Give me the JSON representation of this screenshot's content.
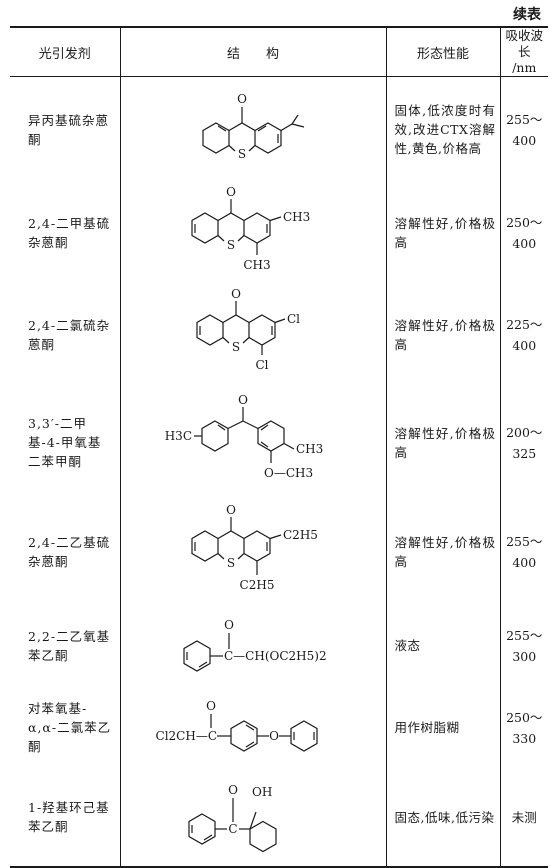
{
  "caption": "续表",
  "headers": {
    "name": "光引发剂",
    "structure": "结　　构",
    "properties": "形态性能",
    "absorption_line1": "吸收波长",
    "absorption_line2": "/nm"
  },
  "rows": [
    {
      "name": "异丙基硫杂蒽酮",
      "properties": "固体,低浓度时有效,改进CTX溶解性,黄色,价格高",
      "abs_line1": "255～",
      "abs_line2": "400",
      "structure_labels": [
        "O",
        "S"
      ]
    },
    {
      "name": "2,4-二甲基硫杂蒽酮",
      "properties": "溶解性好,价格极高",
      "abs_line1": "250～",
      "abs_line2": "400",
      "structure_labels": [
        "O",
        "S",
        "CH3",
        "CH3"
      ]
    },
    {
      "name": "2,4-二氯硫杂蒽酮",
      "properties": "溶解性好,价格极高",
      "abs_line1": "225～",
      "abs_line2": "400",
      "structure_labels": [
        "O",
        "S",
        "Cl",
        "Cl"
      ]
    },
    {
      "name": "3,3′-二甲基-4-甲氧基二苯甲酮",
      "properties": "溶解性好,价格极高",
      "abs_line1": "200～",
      "abs_line2": "325",
      "structure_labels": [
        "O",
        "H3C",
        "CH3",
        "O—CH3"
      ]
    },
    {
      "name": "2,4-二乙基硫杂蒽酮",
      "properties": "溶解性好,价格极高",
      "abs_line1": "255～",
      "abs_line2": "400",
      "structure_labels": [
        "O",
        "S",
        "C2H5",
        "C2H5"
      ]
    },
    {
      "name": "2,2-二乙氧基苯乙酮",
      "properties": "液态",
      "abs_line1": "255～",
      "abs_line2": "300",
      "structure_labels": [
        "O",
        "C—CH(OC2H5)2"
      ]
    },
    {
      "name": "对苯氧基-α,α-二氯苯乙酮",
      "properties": "用作树脂糊",
      "abs_line1": "250～",
      "abs_line2": "330",
      "structure_labels": [
        "O",
        "Cl2CH—C",
        "O"
      ]
    },
    {
      "name": "1-羟基环己基苯乙酮",
      "properties": "固态,低味,低污染",
      "abs_line1": "未测",
      "abs_line2": "",
      "structure_labels": [
        "O",
        "OH",
        "C"
      ]
    }
  ]
}
